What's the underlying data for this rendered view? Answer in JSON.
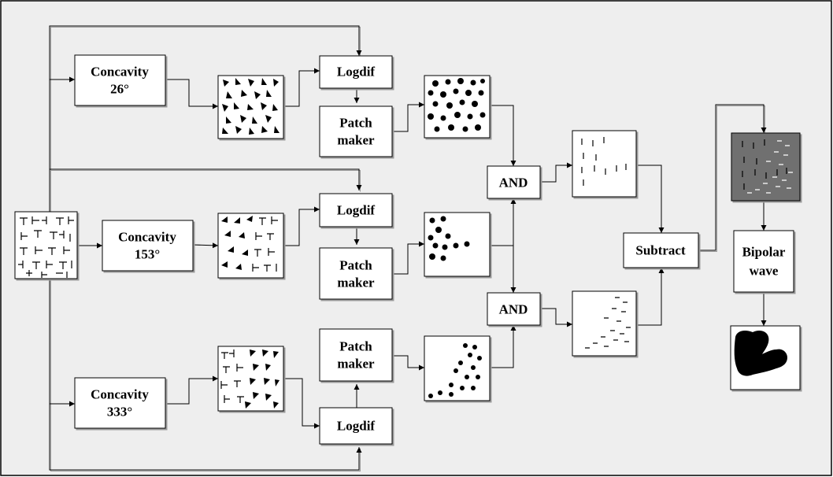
{
  "colors": {
    "background": "#eeeeee",
    "frame": "#000000",
    "box_fill": "#ffffff",
    "shadow": "#9a9a9a",
    "dark_patch": "#6f6f6f",
    "ink": "#000000"
  },
  "boxes": {
    "concavity_26": [
      "Concavity",
      "26°"
    ],
    "concavity_153": [
      "Concavity",
      "153°"
    ],
    "concavity_333": [
      "Concavity",
      "333°"
    ],
    "logdif_top": [
      "Logdif"
    ],
    "logdif_mid": [
      "Logdif"
    ],
    "logdif_bot": [
      "Logdif"
    ],
    "patch_maker_top": [
      "Patch",
      "maker"
    ],
    "patch_maker_mid": [
      "Patch",
      "maker"
    ],
    "patch_maker_bot": [
      "Patch",
      "maker"
    ],
    "and_top": [
      "AND"
    ],
    "and_bot": [
      "AND"
    ],
    "subtract": [
      "Subtract"
    ],
    "bipolar_wave": [
      "Bipolar",
      "wave"
    ]
  },
  "thumbnails": [
    {
      "id": "input-texture",
      "icon": "t-pattern-texture"
    },
    {
      "id": "concavity-26-output",
      "icon": "triangle-texture"
    },
    {
      "id": "concavity-153-output",
      "icon": "mixed-triangle-t-texture"
    },
    {
      "id": "concavity-333-output",
      "icon": "mixed-t-triangle-texture"
    },
    {
      "id": "patch-top-output",
      "icon": "blob-dots"
    },
    {
      "id": "patch-mid-output",
      "icon": "blob-dots"
    },
    {
      "id": "patch-bot-output",
      "icon": "blob-dots"
    },
    {
      "id": "and-top-output",
      "icon": "vertical-dashes"
    },
    {
      "id": "and-bot-output",
      "icon": "horizontal-dashes"
    },
    {
      "id": "subtract-output",
      "icon": "dark-mixed-dashes"
    },
    {
      "id": "bipolar-output",
      "icon": "segmented-blob"
    }
  ]
}
